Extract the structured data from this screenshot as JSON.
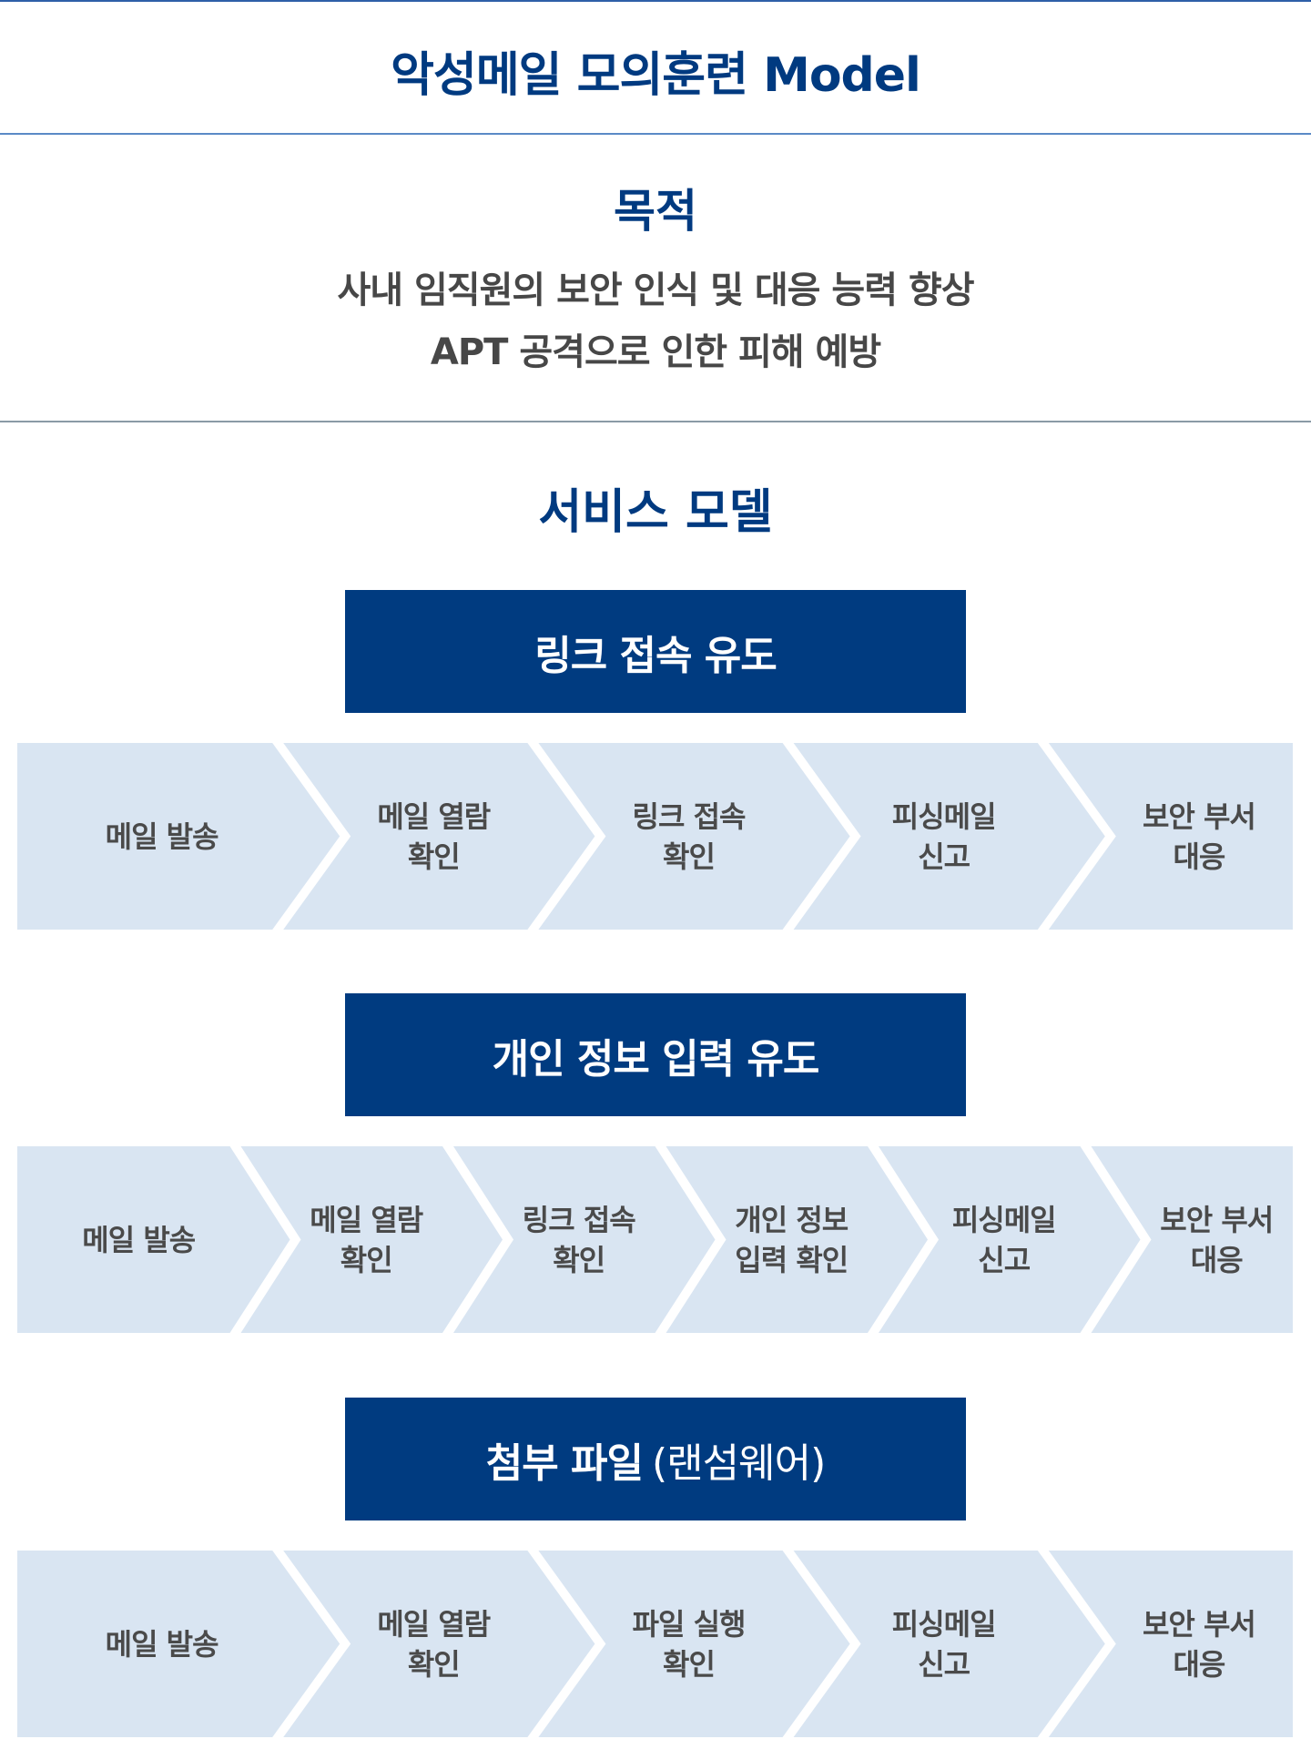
{
  "header": {
    "title": "악성메일 모의훈련 Model"
  },
  "purpose": {
    "heading": "목적",
    "lines": [
      "사내 임직원의 보안 인식 및 대응 능력 향상",
      "APT 공격으로 인한 피해 예방"
    ]
  },
  "service_model": {
    "heading": "서비스 모델",
    "scenarios": [
      {
        "title": "링크 접속 유도",
        "subtitle": "",
        "steps": [
          "메일 발송",
          "메일 열람\n확인",
          "링크 접속\n확인",
          "피싱메일\n신고",
          "보안 부서\n대응"
        ]
      },
      {
        "title": "개인 정보 입력 유도",
        "subtitle": "",
        "steps": [
          "메일 발송",
          "메일 열람\n확인",
          "링크 접속\n확인",
          "개인 정보\n입력 확인",
          "피싱메일\n신고",
          "보안 부서\n대응"
        ]
      },
      {
        "title": "첨부 파일",
        "subtitle": "(랜섬웨어)",
        "steps": [
          "메일 발송",
          "메일 열람\n확인",
          "파일 실행\n확인",
          "피싱메일\n신고",
          "보안 부서\n대응"
        ]
      }
    ]
  },
  "colors": {
    "primary": "#003b80",
    "step_fill": "#d9e5f2",
    "text": "#4a4a4a"
  }
}
